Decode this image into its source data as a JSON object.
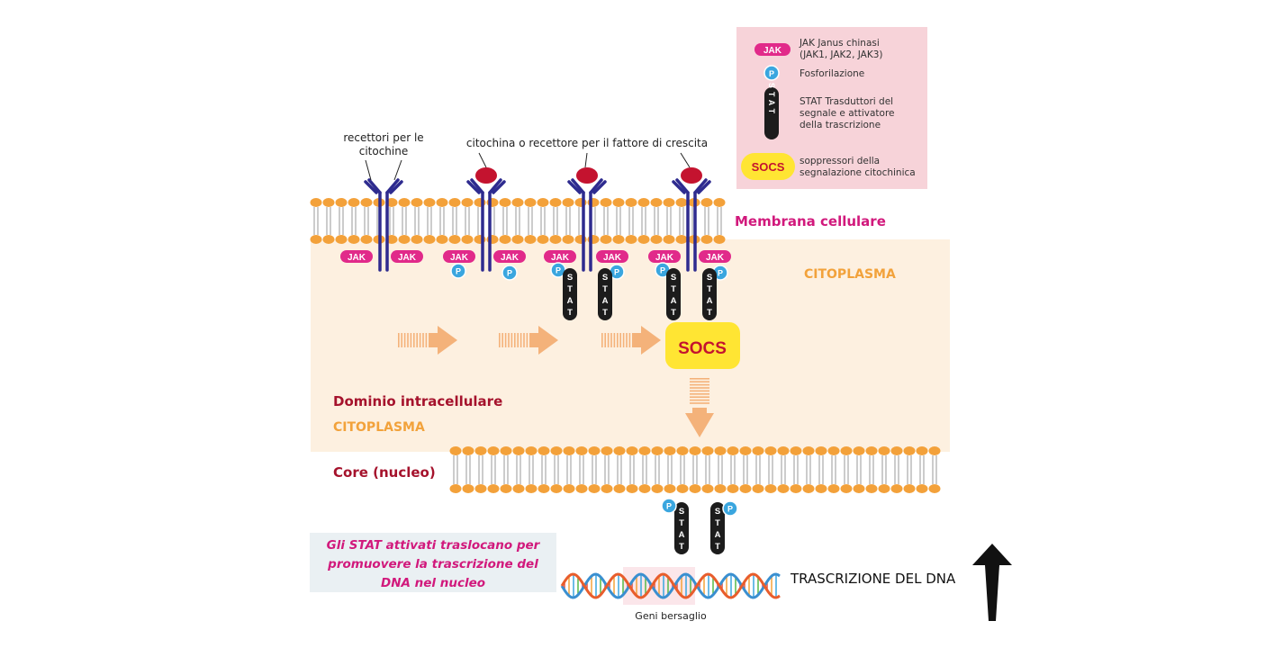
{
  "colors": {
    "membrane_head": "#f3a13a",
    "membrane_tail": "#9a9a9a",
    "receptor": "#2e2b8f",
    "ligand": "#c4132f",
    "jak": "#e12a8a",
    "phospho": "#3aa6df",
    "stat": "#1c1c1c",
    "socs": "#ffe533",
    "socs_text": "#c4132f",
    "cytoplasm": "#fdf0e0",
    "legend_bg": "#f7d3d9",
    "arrow": "#f4b27a",
    "magenta_text": "#d1197c",
    "orange_text": "#f2a23b",
    "dark_red_text": "#a5122c"
  },
  "legend": {
    "jak_badge": "JAK",
    "jak_line1": "JAK Janus chinasi",
    "jak_line2": "(JAK1, JAK2, JAK3)",
    "p_badge": "P",
    "p_text": "Fosforilazione",
    "stat_badge": "STAT",
    "stat_line1": "STAT Trasduttori del",
    "stat_line2": "segnale e attivatore",
    "stat_line3": "della trascrizione",
    "socs_badge": "SOCS",
    "socs_line1": "soppressori della",
    "socs_line2": "segnalazione citochinica"
  },
  "labels": {
    "receptors_line1": "recettori per le",
    "receptors_line2": "citochine",
    "cytokine_receptor": "citochina o recettore per il fattore di crescita",
    "cell_membrane": "Membrana cellulare",
    "cytoplasm_top": "CITOPLASMA",
    "intracellular_domain": "Dominio intracellulare",
    "cytoplasm_bottom": "CITOPLASMA",
    "nucleus": "Core (nucleo)",
    "note_line1": "Gli STAT attivati traslocano per",
    "note_line2": "promuovere la trascrizione del",
    "note_line3": "DNA nel nucleo",
    "target_genes": "Geni bersaglio",
    "dna_transcription": "TRASCRIZIONE DEL DNA"
  },
  "markers": {
    "jak": "JAK",
    "p": "P",
    "stat": "STAT",
    "socs": "SOCS"
  },
  "icons": [
    "upward-arrow-icon",
    "dna-helix-icon"
  ]
}
